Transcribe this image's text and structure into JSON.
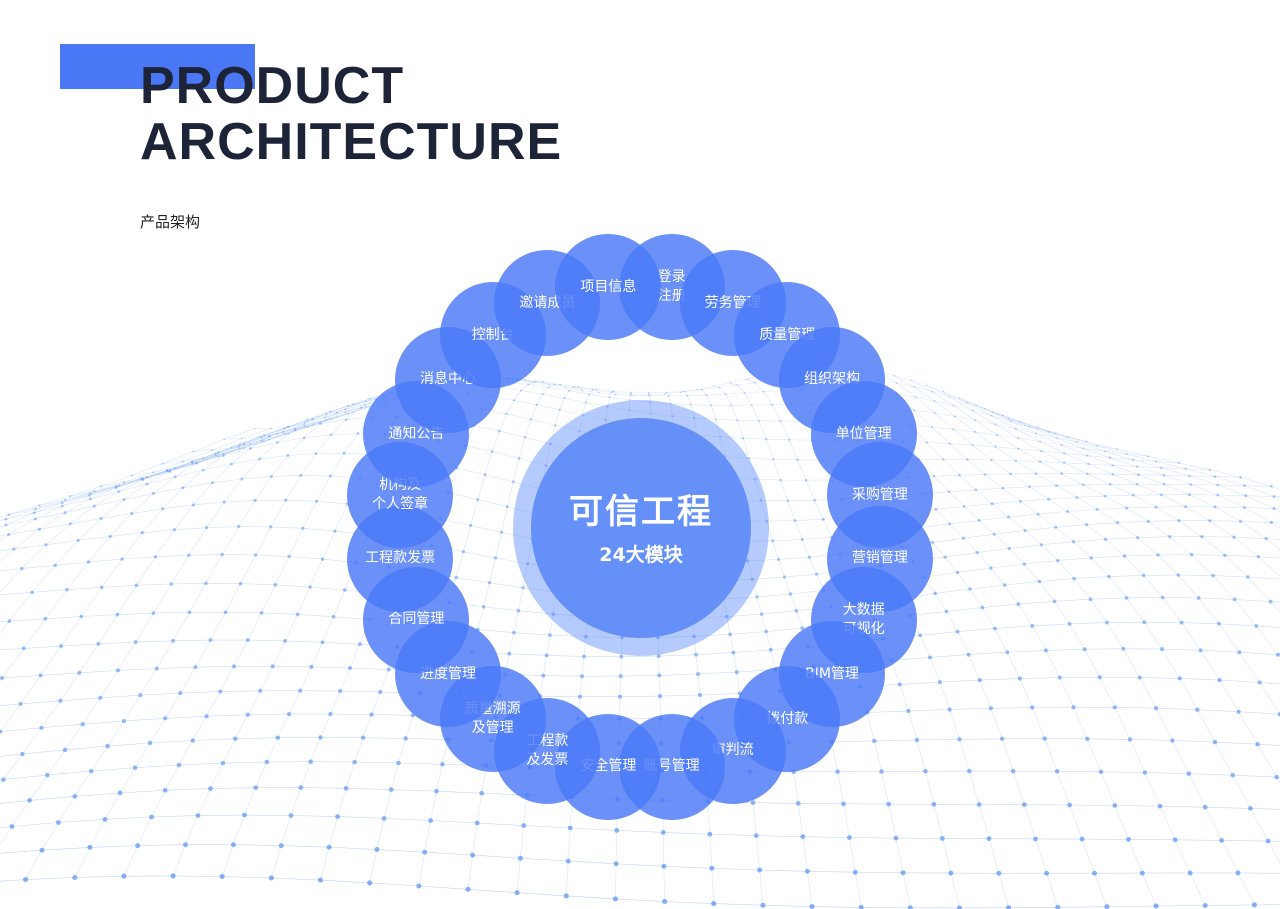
{
  "header": {
    "title_line1": "PRODUCT",
    "title_line2": "ARCHITECTURE",
    "subtitle": "产品架构"
  },
  "center": {
    "title": "可信工程",
    "subtitle": "24大模块"
  },
  "modules": [
    "登录\n注册",
    "劳务管理",
    "质量管理",
    "组织架构",
    "单位管理",
    "采购管理",
    "营销管理",
    "大数据\n可视化",
    "BIM管理",
    "拨付款",
    "审判流",
    "账号管理",
    "安全管理",
    "工程款\n及发票",
    "质量溯源\n及管理",
    "进度管理",
    "合同管理",
    "工程款发票",
    "机构及\n个人签章",
    "通知公告",
    "消息中心",
    "控制台",
    "邀请成员",
    "项目信息"
  ],
  "colors": {
    "accent": "#4a78f5",
    "module_fill": "#4b79f8",
    "center": "#6490f8",
    "title_text": "#1e2438"
  }
}
